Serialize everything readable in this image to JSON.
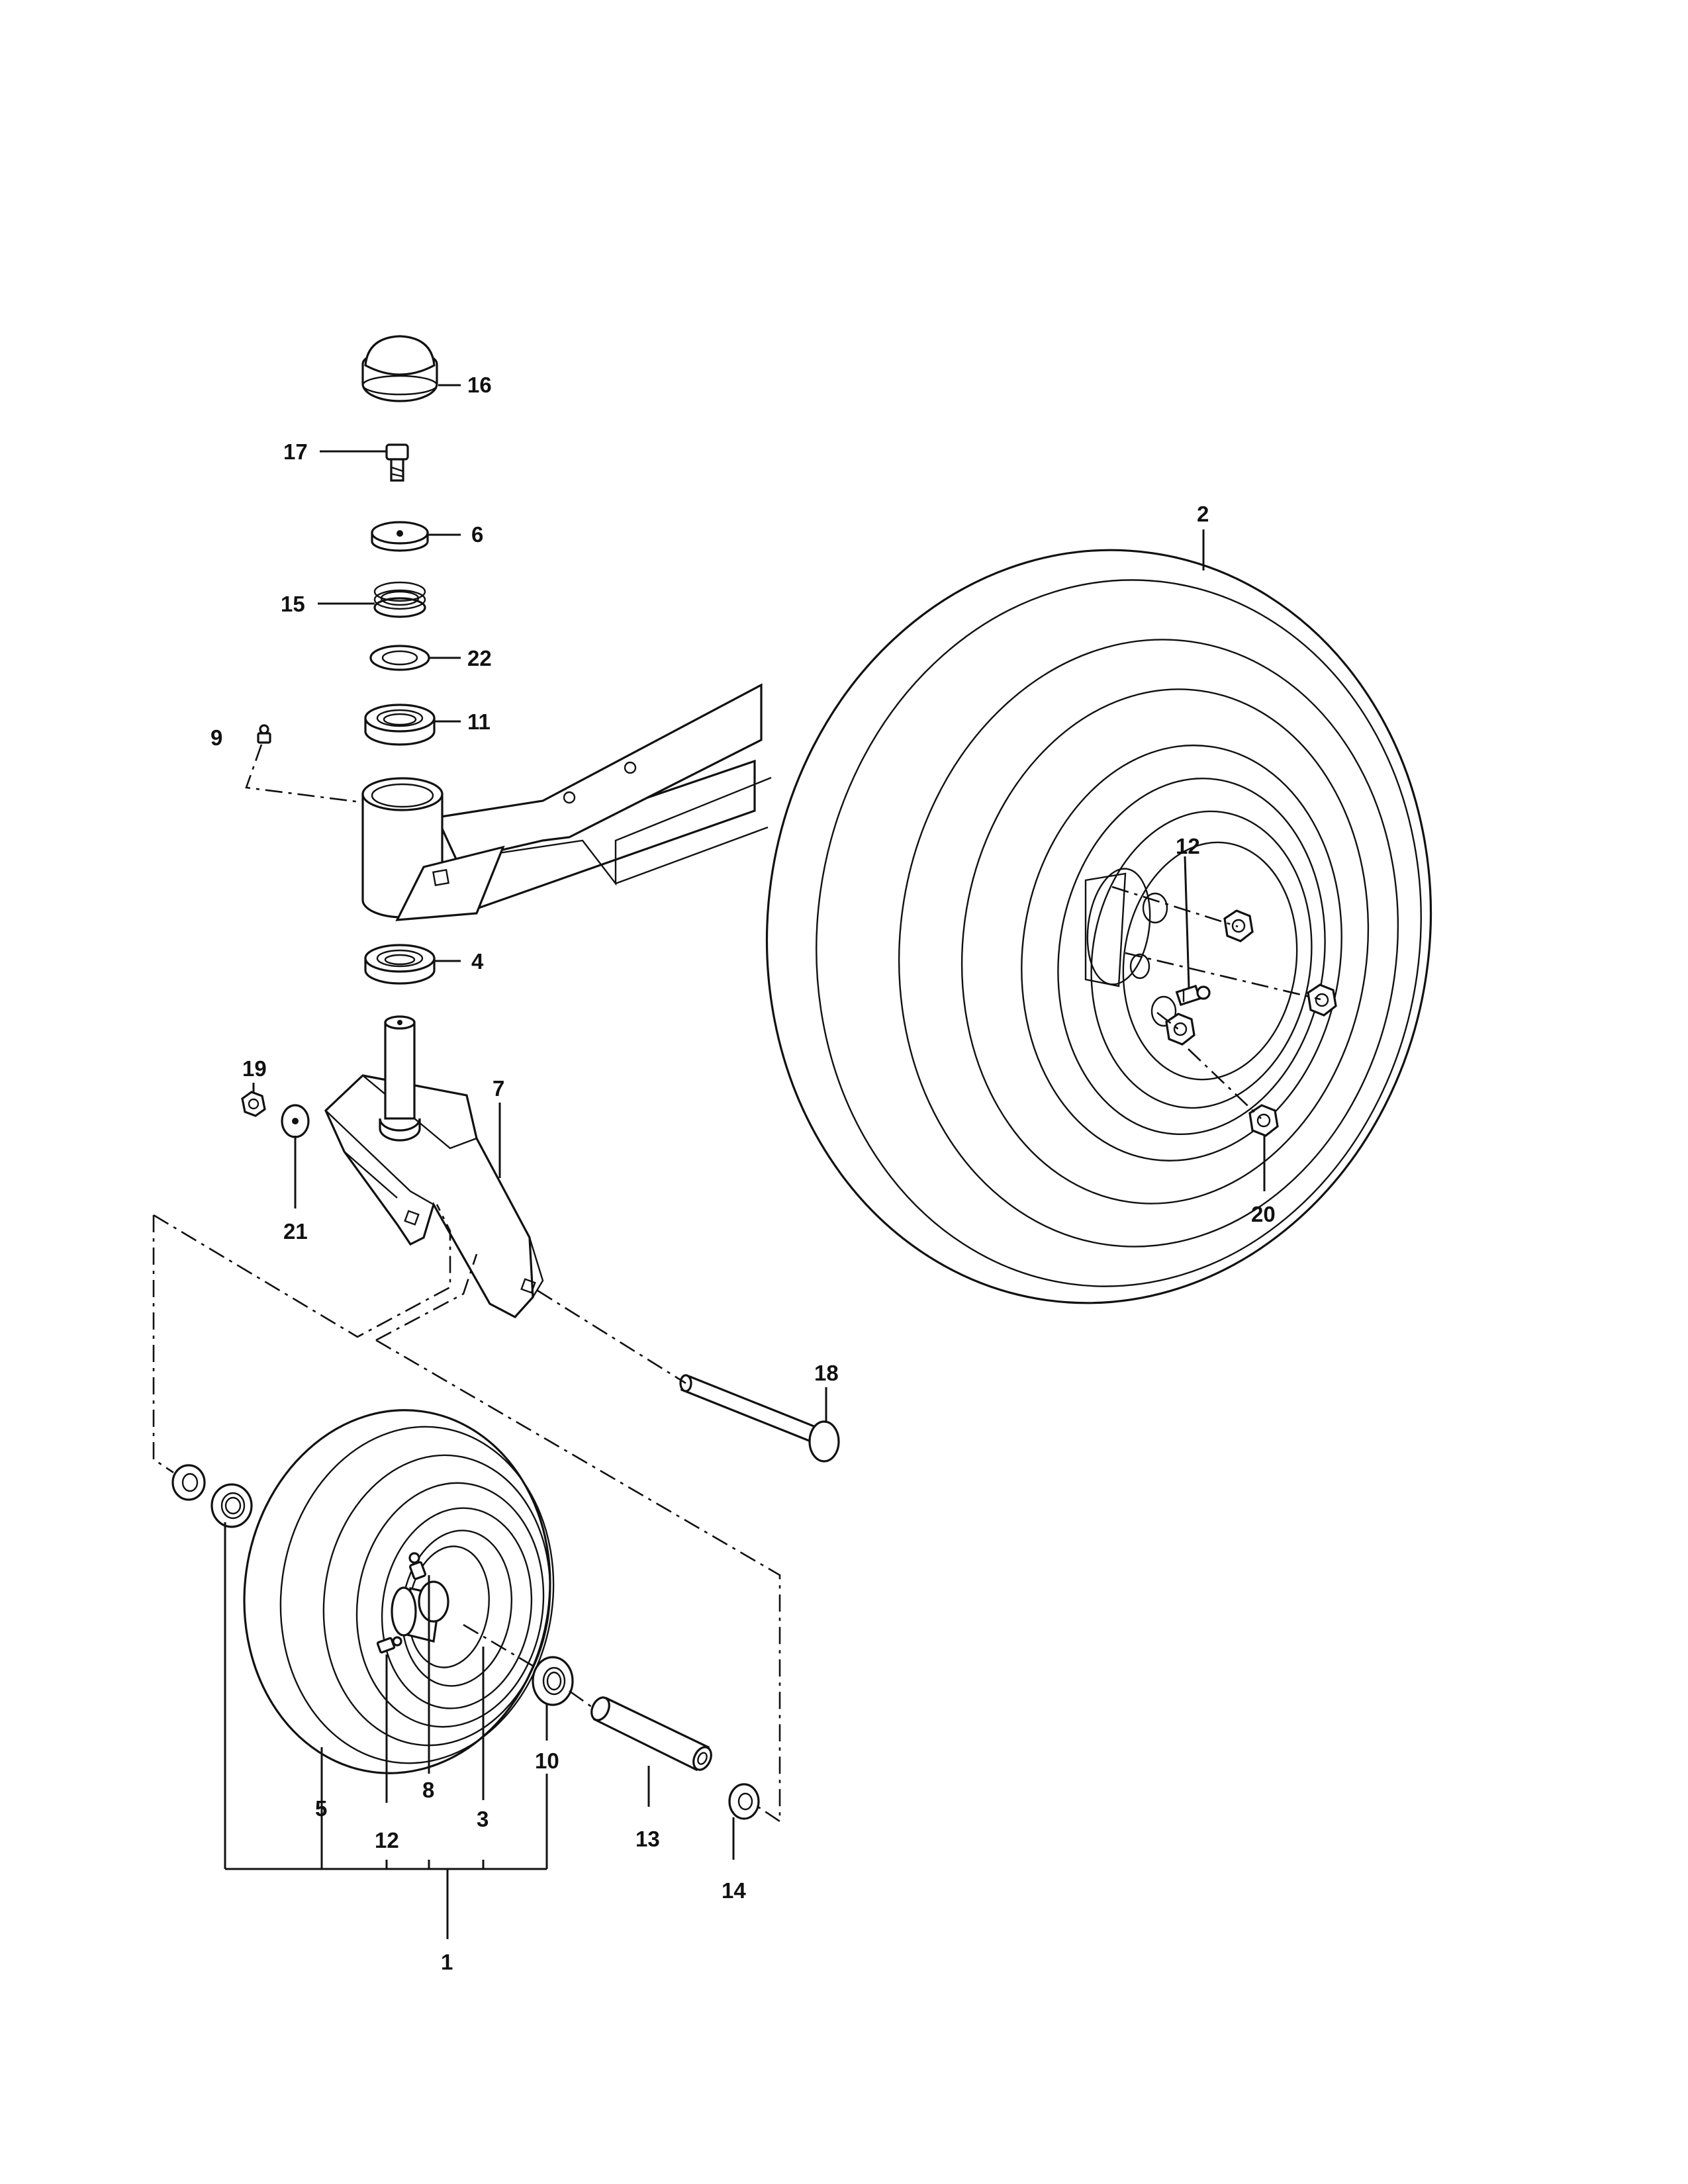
{
  "callouts": {
    "c1": "1",
    "c2": "2",
    "c3": "3",
    "c4": "4",
    "c5": "5",
    "c6": "6",
    "c7": "7",
    "c8": "8",
    "c9": "9",
    "c10": "10",
    "c11": "11",
    "c12a": "12",
    "c12b": "12",
    "c13": "13",
    "c14": "14",
    "c15": "15",
    "c16": "16",
    "c17": "17",
    "c18": "18",
    "c19": "19",
    "c20": "20",
    "c21": "21",
    "c22": "22"
  },
  "colors": {
    "line": "#111111",
    "paper": "#ffffff"
  }
}
